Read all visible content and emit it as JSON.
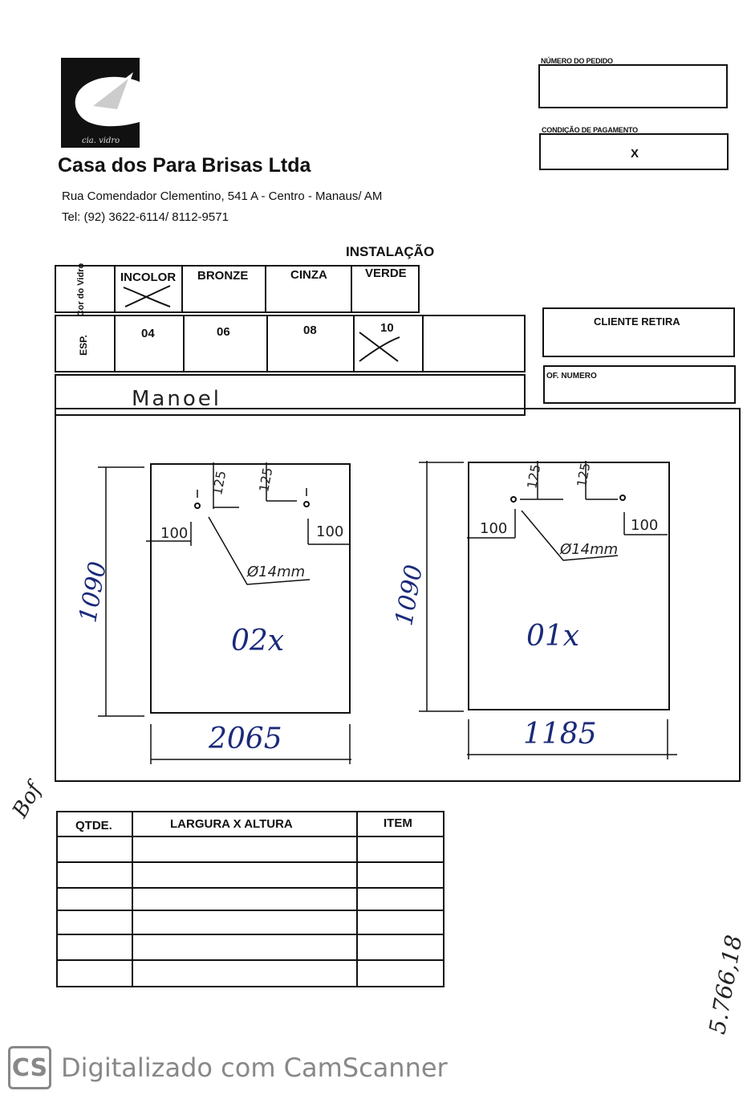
{
  "company": {
    "logo_text": "cia. vidro",
    "name": "Casa dos Para Brisas Ltda",
    "address": "Rua Comendador Clementino, 541 A - Centro - Manaus/ AM",
    "phone": "Tel: (92) 3622-6114/ 8112-9571"
  },
  "order": {
    "number_label": "NÚMERO DO PEDIDO",
    "number_value": "",
    "payment_label": "CONDIÇÃO DE PAGAMENTO",
    "payment_value": "X"
  },
  "installation_label": "INSTALAÇÃO",
  "glass_color": {
    "label": "Cor do Vidro",
    "options": [
      "INCOLOR",
      "BRONZE",
      "CINZA",
      "VERDE"
    ],
    "selected": "INCOLOR"
  },
  "thickness": {
    "label": "ESP.",
    "options": [
      "04",
      "06",
      "08",
      "10"
    ],
    "selected": "10"
  },
  "client_pickup_label": "CLIENTE RETIRA",
  "of_number_label": "OF. NUMERO",
  "notes_handwritten": "Manoel",
  "drawings": [
    {
      "height": "1090",
      "width": "2065",
      "quantity": "02x",
      "offset_top_left": "125",
      "offset_top_right": "125",
      "offset_side_left": "100",
      "offset_side_right": "100",
      "hole": "Ø14mm"
    },
    {
      "height": "1090",
      "width": "1185",
      "quantity": "01x",
      "offset_top_left": "125",
      "offset_top_right": "125",
      "offset_side_left": "100",
      "offset_side_right": "100",
      "hole": "Ø14mm"
    }
  ],
  "table": {
    "headers": [
      "QTDE.",
      "LARGURA X ALTURA",
      "ITEM"
    ],
    "rows": 6
  },
  "margin_note_left": "Bof",
  "margin_note_right": "5.766,18",
  "scanner_footer": "Digitalizado com CamScanner",
  "scanner_logo": "CS"
}
